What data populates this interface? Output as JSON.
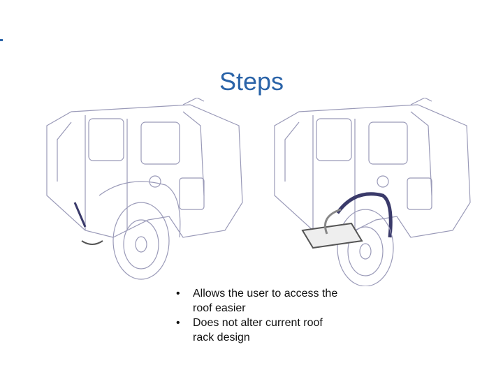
{
  "slide": {
    "title": "Steps",
    "bullets": [
      "Allows the user to access the roof easier",
      "Does not alter current roof rack design"
    ],
    "bullet_glyph": "•",
    "accent_color": "#2a63a8"
  }
}
